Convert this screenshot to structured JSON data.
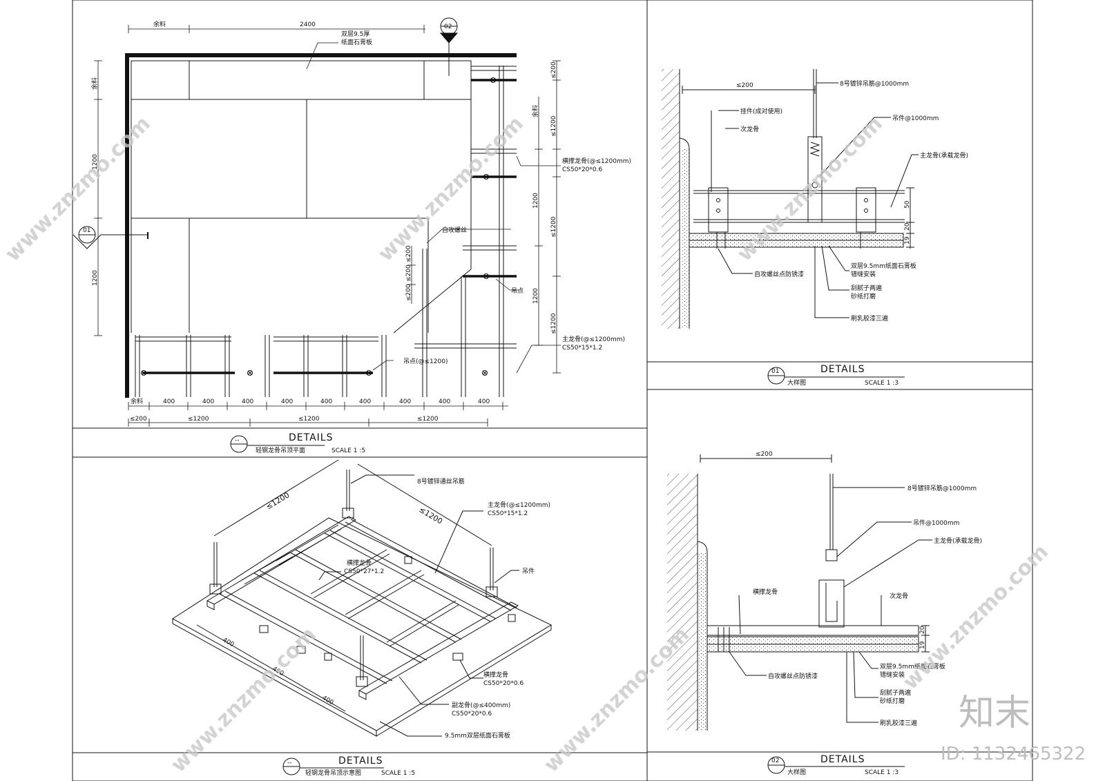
{
  "panels": {
    "plan": {
      "detail_no": "--",
      "title": "DETAILS",
      "name": "轻钢龙骨吊顶平面",
      "scale": "SCALE 1 :5"
    },
    "iso": {
      "detail_no": "--",
      "title": "DETAILS",
      "name": "轻钢龙骨吊顶示意图",
      "scale": "SCALE 1 :5"
    },
    "detail1": {
      "detail_no": "01",
      "title": "DETAILS",
      "name": "大样图",
      "scale": "SCALE 1 :3"
    },
    "detail2": {
      "detail_no": "02",
      "title": "DETAILS",
      "name": "大样图",
      "scale": "SCALE 1 :3"
    }
  },
  "plan_labels": {
    "top_dim_rest": "余料",
    "top_dim": "2400",
    "board_note_1": "双层9.5厚",
    "board_note_2": "纸面石膏板",
    "section_02": "02",
    "section_01": "01",
    "left_dim_rest": "余料",
    "left_dim_1": "1200",
    "left_dim_2": "1200",
    "right_dim_a": "≤200",
    "right_dim_rest": "余料",
    "right_dim_b": "≤1200",
    "right_dim_c": "1200",
    "right_dim_d": "≤1200",
    "right_dim_e": "1200",
    "right_dim_f": "≤1200",
    "brace_keel_1": "横撑龙骨(@≤1200mm)",
    "brace_keel_2": "CS50*20*0.6",
    "screw": "自攻螺丝",
    "hang_point": "吊点",
    "main_keel_1": "主龙骨(@≤1200mm)",
    "main_keel_2": "CS50*15*1.2",
    "hang_point_2": "吊点(@≤1200)",
    "screw_dim_1": "≤200",
    "screw_dim_2": "≤200",
    "screw_dim_3": "≤200",
    "bottom_rest": "余料",
    "bottom_dims": [
      "400",
      "400",
      "400",
      "400",
      "400",
      "400",
      "400",
      "400",
      "400"
    ],
    "bottom2_a": "≤200",
    "bottom2_b": "≤1200",
    "bottom2_c": "≤1200",
    "bottom2_d": "≤1200"
  },
  "iso_labels": {
    "dim_a": "≤1200",
    "dim_b": "≤1200",
    "rod": "8号镀锌通丝吊筋",
    "main_1": "主龙骨(@≤1200mm)",
    "main_2": "CS50*15*1.2",
    "brace_1": "横撑龙骨",
    "brace_2": "CS50*27*1.2",
    "hanger": "吊件",
    "brace2_1": "横撑龙骨",
    "brace2_2": "CS50*20*0.6",
    "sub_1": "副龙骨(@≤400mm)",
    "sub_2": "CS50*20*0.6",
    "board": "9.5mm双层纸面石膏板",
    "d1": "400",
    "d2": "400",
    "d3": "400"
  },
  "detail1_labels": {
    "dim_top": "≤200",
    "rod": "8号镀锌吊筋@1000mm",
    "clip": "挂件(成对使用)",
    "sub_keel": "次龙骨",
    "hanger": "吊件@1000mm",
    "main_keel": "主龙骨(承载龙骨)",
    "dim_50": "50",
    "dim_20": "20",
    "dim_19": "19",
    "screw": "自攻螺丝点防锈漆",
    "board_1": "双层9.5mm纸面石膏板",
    "board_2": "错缝安装",
    "putty_1": "刮腻子两遍",
    "putty_2": "砂纸打磨",
    "paint": "刷乳胶漆三遍"
  },
  "detail2_labels": {
    "dim_top": "≤200",
    "rod": "8号镀锌吊筋@1000mm",
    "hanger": "吊件@1000mm",
    "main_keel": "主龙骨(承载龙骨)",
    "brace_keel": "横撑龙骨",
    "sub_keel": "次龙骨",
    "dim_20": "20",
    "dim_19": "19",
    "screw": "自攻螺丝点防锈漆",
    "board_1": "双层9.5mm纸面石膏板",
    "board_2": "错缝安装",
    "putty_1": "刮腻子两遍",
    "putty_2": "砂纸打磨",
    "paint": "刷乳胶漆三遍"
  },
  "watermark": {
    "brand": "知末",
    "id": "ID: 1132465322",
    "site": "www.znzmo.com"
  },
  "colors": {
    "line": "#111111",
    "watermark": "#c9c9c9"
  }
}
